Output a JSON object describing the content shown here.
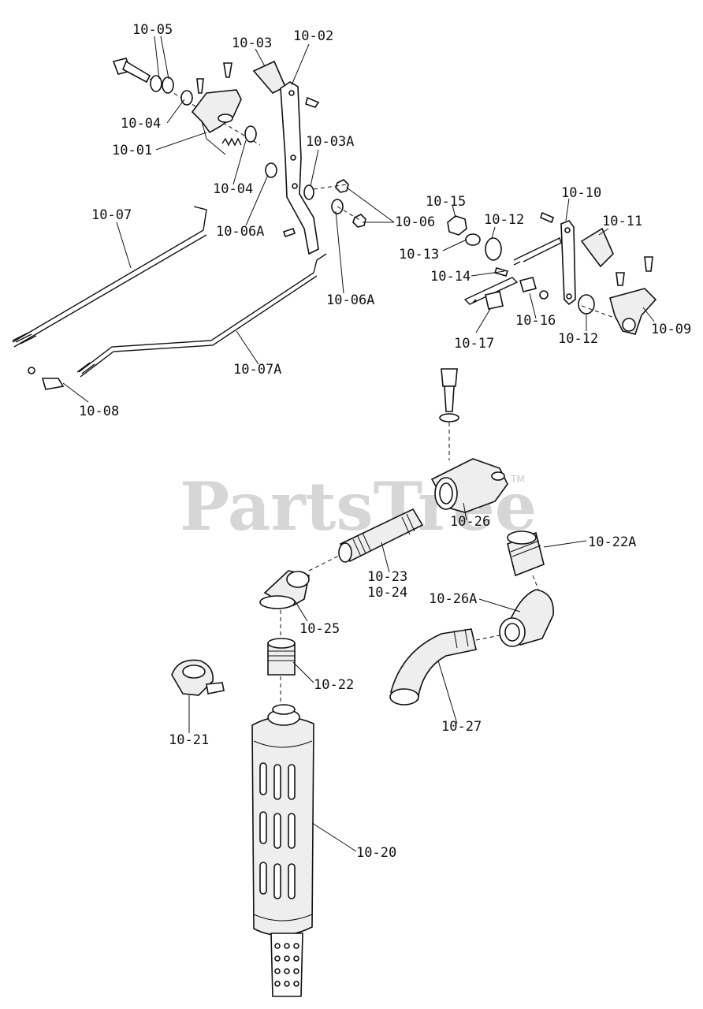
{
  "watermark": {
    "text": "PartsTree",
    "mark": "TM"
  },
  "labels": {
    "l1005": "10-05",
    "l1003": "10-03",
    "l1002": "10-02",
    "l1004a": "10-04",
    "l1001": "10-01",
    "l1003a": "10-03A",
    "l1004b": "10-04",
    "l1006a1": "10-06A",
    "l1006": "10-06",
    "l1006a2": "10-06A",
    "l1007": "10-07",
    "l1007a": "10-07A",
    "l1008": "10-08",
    "l1015": "10-15",
    "l1010": "10-10",
    "l1012a": "10-12",
    "l1011": "10-11",
    "l1013": "10-13",
    "l1014": "10-14",
    "l1016": "10-16",
    "l1017": "10-17",
    "l1012b": "10-12",
    "l1009": "10-09",
    "l1026": "10-26",
    "l1022a": "10-22A",
    "l1023": "10-23",
    "l1024": "10-24",
    "l1026a": "10-26A",
    "l1025": "10-25",
    "l1022": "10-22",
    "l1021": "10-21",
    "l1027": "10-27",
    "l1020": "10-20"
  }
}
